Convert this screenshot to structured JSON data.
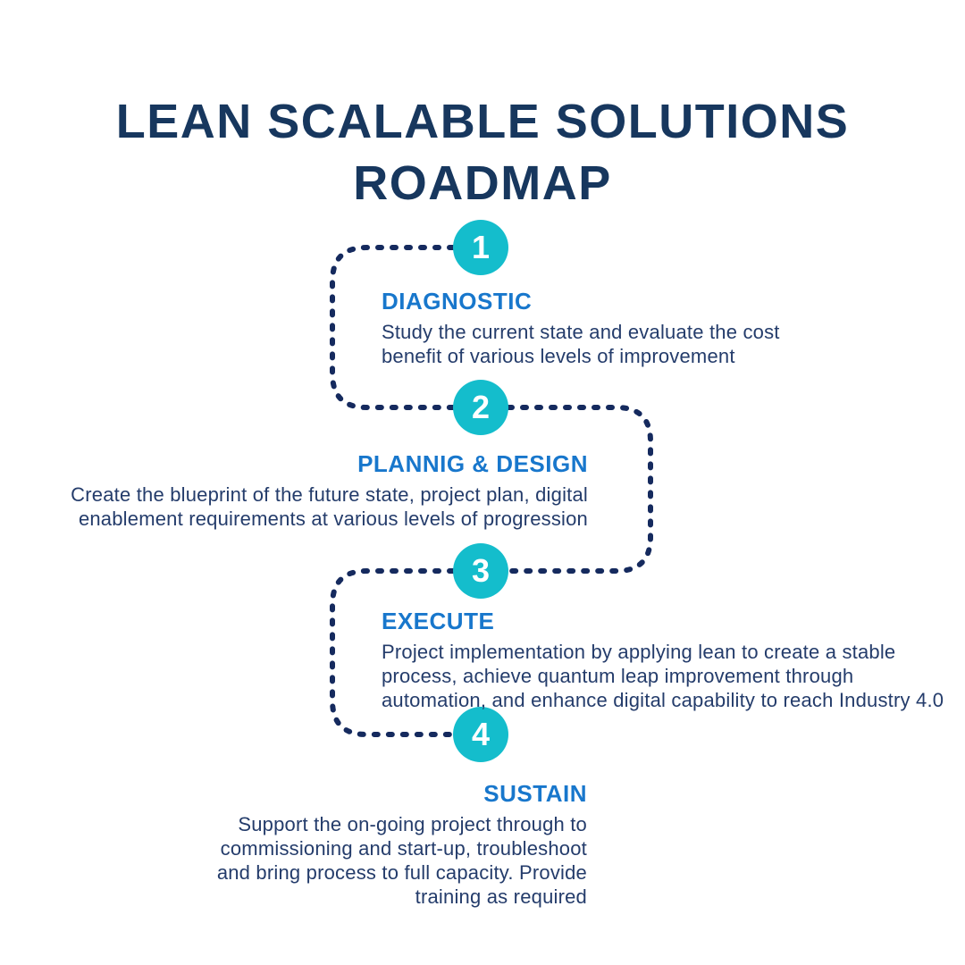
{
  "title": {
    "line1": "LEAN SCALABLE SOLUTIONS",
    "line2": "ROADMAP"
  },
  "steps": [
    {
      "number": "1",
      "heading": "DIAGNOSTIC",
      "align": "left",
      "lines": [
        "Study the current state and evaluate the cost",
        "benefit of various levels of improvement"
      ]
    },
    {
      "number": "2",
      "heading": "PLANNIG & DESIGN",
      "align": "right",
      "lines": [
        "Create the blueprint of the future state, project plan, digital",
        "enablement requirements at various levels of progression"
      ]
    },
    {
      "number": "3",
      "heading": "EXECUTE",
      "align": "left",
      "lines": [
        "Project implementation by applying lean to create a stable",
        "process, achieve quantum leap improvement through",
        "automation, and enhance digital capability to reach Industry 4.0"
      ]
    },
    {
      "number": "4",
      "heading": "SUSTAIN",
      "align": "right",
      "lines": [
        "Support the on-going project through to",
        "commissioning and start-up, troubleshoot",
        "and bring process to full capacity. Provide",
        "training as required"
      ]
    }
  ],
  "colors": {
    "background": "#ffffff",
    "title-color": "#17375E",
    "heading-color": "#1877CC",
    "body-color": "#243C6B",
    "dot-color": "#152A5E",
    "node-color": "#14BDCC",
    "node-number-color": "#ffffff"
  }
}
